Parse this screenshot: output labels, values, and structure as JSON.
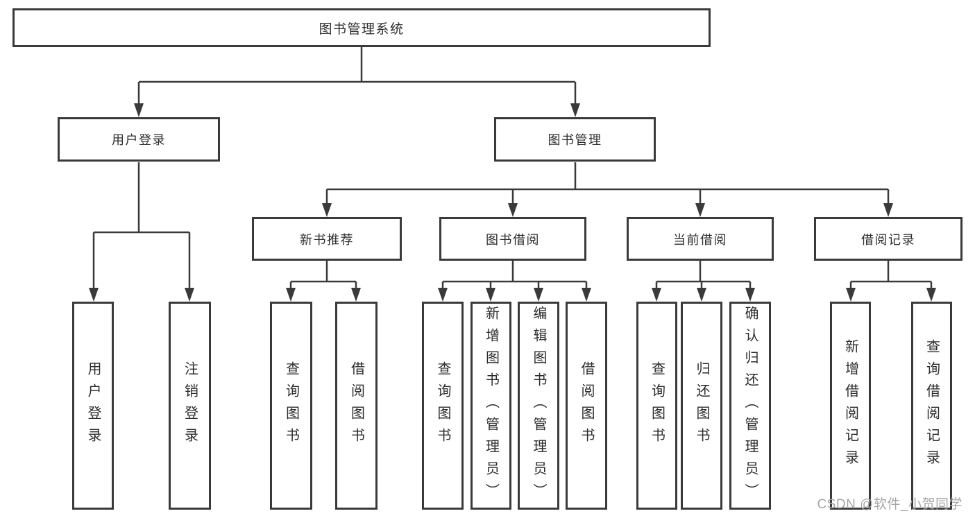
{
  "page": {
    "background": "#ffffff",
    "line_color": "#3a3a3a",
    "text_color": "#2d2d2d"
  },
  "watermark": {
    "text": "CSDN @软件_小贺同学",
    "color": "#a6a6a6"
  },
  "tree": {
    "label": "图书管理系统",
    "children": [
      {
        "label": "用户登录",
        "children": [
          {
            "label": "用户登录"
          },
          {
            "label": "注销登录"
          }
        ]
      },
      {
        "label": "图书管理",
        "children": [
          {
            "label": "新书推荐",
            "children": [
              {
                "label": "查询图书"
              },
              {
                "label": "借阅图书"
              }
            ]
          },
          {
            "label": "图书借阅",
            "children": [
              {
                "label": "查询图书"
              },
              {
                "label": "新增图书（管理员）"
              },
              {
                "label": "编辑图书（管理员）"
              },
              {
                "label": "借阅图书"
              }
            ]
          },
          {
            "label": "当前借阅",
            "children": [
              {
                "label": "查询图书"
              },
              {
                "label": "归还图书"
              },
              {
                "label": "确认归还（管理员）"
              }
            ]
          },
          {
            "label": "借阅记录",
            "children": [
              {
                "label": "新增借阅记录"
              },
              {
                "label": "查询借阅记录"
              }
            ]
          }
        ]
      }
    ]
  }
}
